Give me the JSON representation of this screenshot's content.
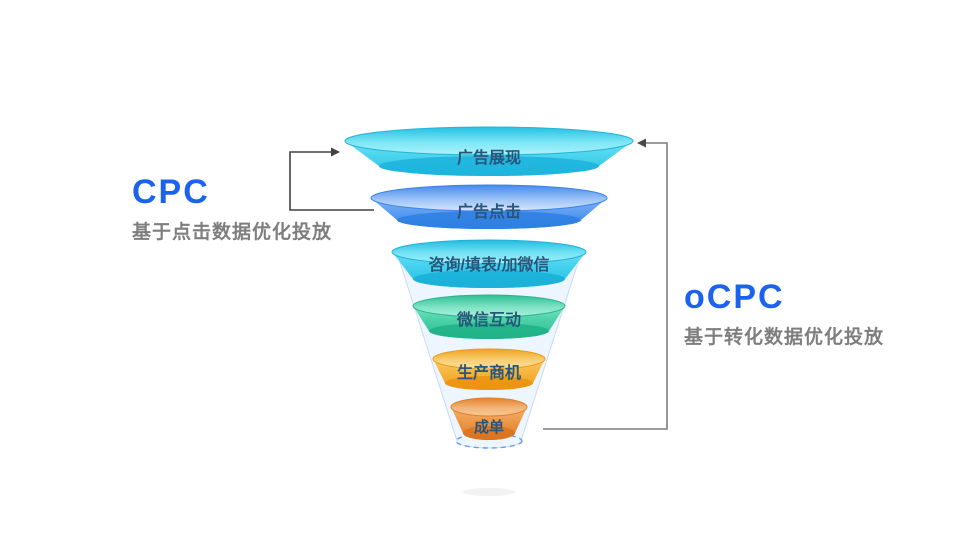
{
  "cpc_section": {
    "title": "CPC",
    "subtitle": "基于点击数据优化投放"
  },
  "ocpc_section": {
    "title": "oCPC",
    "subtitle": "基于转化数据优化投放"
  },
  "funnel": {
    "layers": [
      {
        "id": "ad-impression",
        "label": "广告展现",
        "color": "#2cc8e8"
      },
      {
        "id": "ad-click",
        "label": "广告点击",
        "color": "#3b8af0"
      },
      {
        "id": "consult-form-wechat",
        "label": "咨询/填表/加微信",
        "color": "#2bc6e8"
      },
      {
        "id": "wechat-interaction",
        "label": "微信互动",
        "color": "#2ec79e"
      },
      {
        "id": "business-opportunity",
        "label": "生产商机",
        "color": "#f4ac2e"
      },
      {
        "id": "deal-closed",
        "label": "成单",
        "color": "#e8883c"
      }
    ]
  },
  "colors": {
    "accent_blue": "#1b63ef",
    "subtitle_gray": "#7e7e7e",
    "cpc_arrow": "#404040",
    "ocpc_arrow": "#7d7d7d",
    "label_text": "#27567a",
    "dashed_outline": "#6c9bee"
  }
}
